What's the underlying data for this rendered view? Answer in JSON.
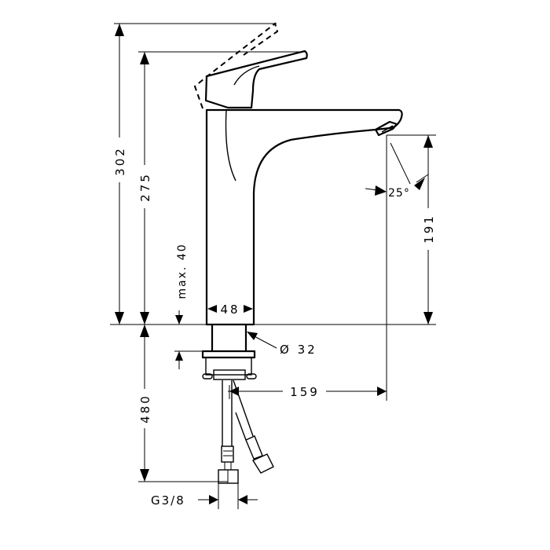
{
  "drawing": {
    "title": "Faucet dimension drawing",
    "dimensions": {
      "total_height": "302",
      "handle_height": "275",
      "spout_height": "191",
      "spout_angle": "25°",
      "max_countertop": "max. 40",
      "body_width": "48",
      "shank_diameter": "Ø 32",
      "spout_reach": "159",
      "hose_length": "480",
      "connection": "G3/8"
    },
    "line_color": "#000000",
    "background_color": "#ffffff"
  }
}
